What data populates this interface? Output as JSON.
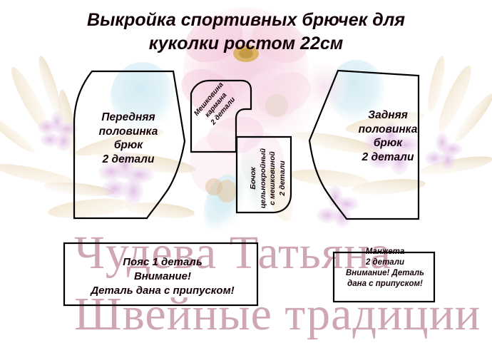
{
  "title": {
    "line1": "Выкройка спортивных брючек для",
    "line2": "куколки ростом 22см",
    "full": "Выкройка спортивных брючек для куколки ростом 22см"
  },
  "pieces": {
    "front": {
      "name": "front-trouser-half",
      "label": "Передняя\nполовинка\nбрюк\n2 детали",
      "quantity": "2 детали"
    },
    "back": {
      "name": "back-trouser-half",
      "label": "Задняя\nполовинка\nбрюк\n2 детали",
      "quantity": "2 детали"
    },
    "pocket_bag": {
      "name": "pocket-bag",
      "label": "Мешковина\nкармана\n2 детали",
      "quantity": "2 детали"
    },
    "side_panel": {
      "name": "side-panel-with-pocket-bag",
      "label": "Бочок\nцельнокройный\nс мешковиной\n2 детали",
      "quantity": "2 детали"
    },
    "waistband": {
      "name": "waistband",
      "label": "Пояс  1 деталь\nВнимание!\nДеталь дана с припуском!",
      "quantity": "1 деталь",
      "note": "Внимание! Деталь дана с припуском!"
    },
    "cuff": {
      "name": "cuff",
      "label": "Манжета\n2 детали\nВнимание! Деталь\nдана с припуском!",
      "quantity": "2 детали",
      "note": "Внимание! Деталь дана с припуском!"
    }
  },
  "watermark": {
    "line1": "Чудева Татьяна",
    "line2": "Швейные традиции"
  },
  "colors": {
    "title_text": "#140008",
    "outline": "#000000",
    "watermark": "#cfa6b3",
    "background": "#ffffff",
    "floral_pink": "#f2c2d4",
    "floral_beige": "#e8d9bf",
    "floral_lilac": "#d9b9de",
    "floral_blue": "#cfe6ef",
    "flower_center": "#d4aa4a"
  }
}
